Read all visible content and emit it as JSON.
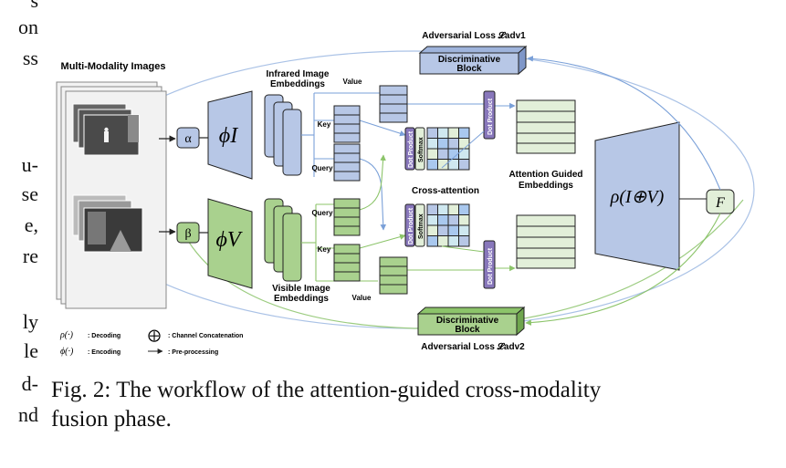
{
  "margin_text": [
    "s",
    "on",
    "ss",
    "u-",
    "se",
    "e,",
    "re",
    "ly",
    "le",
    "d-",
    "nd"
  ],
  "diagram": {
    "multi_modality_title": "Multi-Modality Images",
    "alpha": "α",
    "beta": "β",
    "encoder_infrared": "ϕI",
    "encoder_visible": "ϕV",
    "infrared_embeddings_label": [
      "Infrared Image",
      "Embeddings"
    ],
    "visible_embeddings_label": [
      "Visible Image",
      "Embeddings"
    ],
    "value": "Value",
    "key": "Key",
    "query": "Query",
    "dot_product": "Dot Product",
    "softmax": "Softmax",
    "cross_attention": "Cross-attention",
    "attention_guided_label": [
      "Attention Guided",
      "Embeddings"
    ],
    "decoder": "ρ(I⊕V)",
    "fused": "F",
    "discriminative_block": [
      "Discriminative",
      "Block"
    ],
    "adv_loss_top": "Adversarial Loss 𝓛adv1",
    "adv_loss_bottom": "Adversarial Loss 𝓛adv2",
    "legend": {
      "decoding_sym": "ρ(·)",
      "decoding": ": Decoding",
      "encoding_sym": "ϕ(·)",
      "encoding": ": Encoding",
      "concat_sym": "⨁",
      "concat": ": Channel Concatenation",
      "preprocess": ": Pre-processing"
    }
  },
  "caption": {
    "line1": "Fig. 2: The workflow of the attention-guided cross-modality",
    "line2": "fusion phase."
  },
  "colors": {
    "blue_fill": "#b7c7e6",
    "green_fill": "#a9d18e",
    "light_green": "#e2efd9",
    "purple": "#8877bb",
    "outline": "#222222"
  }
}
